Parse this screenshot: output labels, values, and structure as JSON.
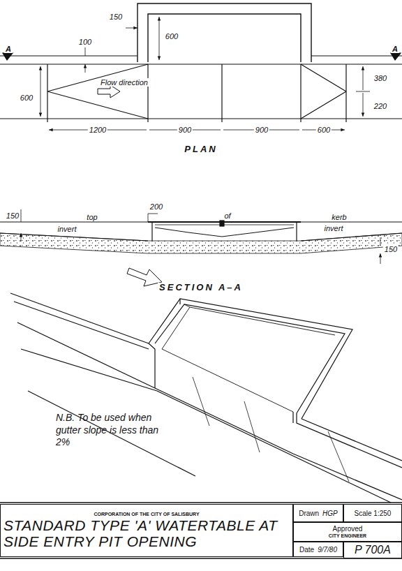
{
  "diagram": {
    "nodes": [
      {
        "text": [
          "CORPORATION OF THE CITY OF SALISBURY",
          "STANDARD TYPE 'A' WATERTABLE AT SIDE ENTRY PIT OPENING"
        ]
      },
      {
        "text": [
          "Drawn",
          "HGP"
        ]
      },
      {
        "text": [
          "Scale 1:250"
        ]
      },
      {
        "text": [
          "Approved",
          "CITY ENGINEER"
        ]
      },
      {
        "text": [
          "Date",
          "9/7/80"
        ]
      },
      {
        "text": [
          "P 700A"
        ]
      }
    ],
    "labels": [
      "150",
      "600",
      "100",
      "A",
      "A",
      "Flow direction",
      "380",
      "600",
      "220",
      "1200",
      "900",
      "900",
      "600",
      "PLAN",
      "200",
      "top",
      "of",
      "kerb",
      "150",
      "invert",
      "invert",
      "150",
      "SECTION A–A",
      "N.B. To be used when gutter slope is less than 2%"
    ]
  }
}
